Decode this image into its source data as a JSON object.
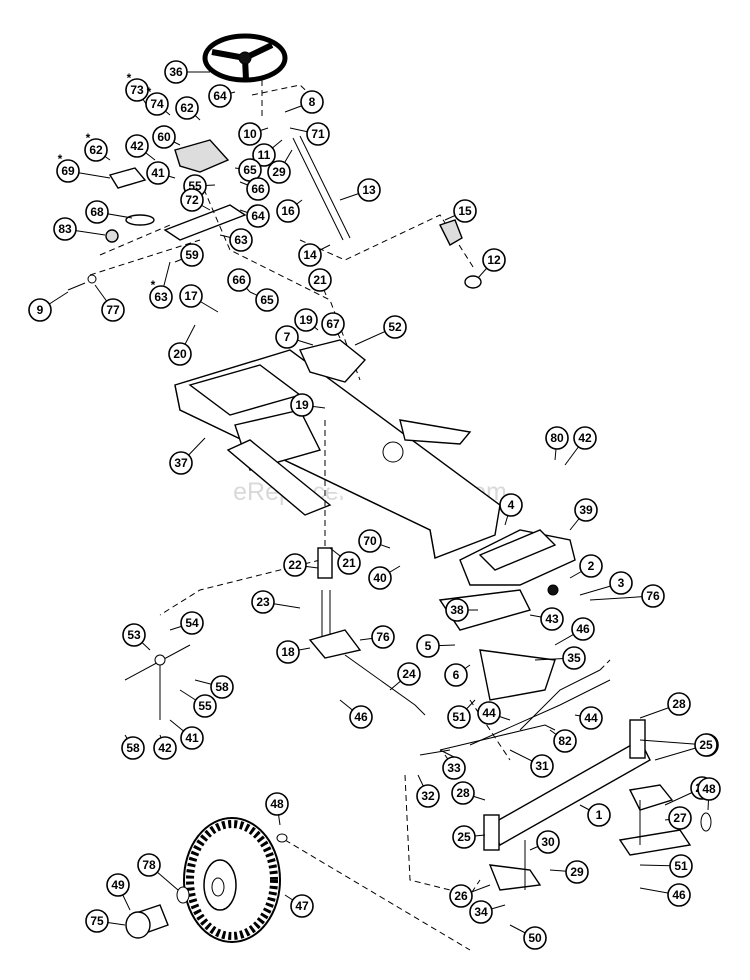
{
  "watermark": "eReplacementParts.com",
  "callouts": [
    {
      "id": "36",
      "star": false
    },
    {
      "id": "73",
      "star": true
    },
    {
      "id": "74",
      "star": true
    },
    {
      "id": "64",
      "star": false
    },
    {
      "id": "8",
      "star": false
    },
    {
      "id": "62",
      "star": false
    },
    {
      "id": "10",
      "star": false
    },
    {
      "id": "71",
      "star": false
    },
    {
      "id": "60",
      "star": false
    },
    {
      "id": "62",
      "star": true
    },
    {
      "id": "42",
      "star": false
    },
    {
      "id": "11",
      "star": false
    },
    {
      "id": "65",
      "star": false
    },
    {
      "id": "69",
      "star": true
    },
    {
      "id": "41",
      "star": false
    },
    {
      "id": "29",
      "star": false
    },
    {
      "id": "55",
      "star": false
    },
    {
      "id": "66",
      "star": false
    },
    {
      "id": "13",
      "star": false
    },
    {
      "id": "72",
      "star": false
    },
    {
      "id": "16",
      "star": false
    },
    {
      "id": "68",
      "star": false
    },
    {
      "id": "64",
      "star": false
    },
    {
      "id": "15",
      "star": false
    },
    {
      "id": "83",
      "star": false
    },
    {
      "id": "63",
      "star": false
    },
    {
      "id": "14",
      "star": false
    },
    {
      "id": "59",
      "star": false
    },
    {
      "id": "12",
      "star": false
    },
    {
      "id": "66",
      "star": false
    },
    {
      "id": "21",
      "star": false
    },
    {
      "id": "9",
      "star": false
    },
    {
      "id": "77",
      "star": false
    },
    {
      "id": "63",
      "star": true
    },
    {
      "id": "17",
      "star": false
    },
    {
      "id": "65",
      "star": false
    },
    {
      "id": "19",
      "star": false
    },
    {
      "id": "67",
      "star": false
    },
    {
      "id": "52",
      "star": false
    },
    {
      "id": "7",
      "star": false
    },
    {
      "id": "20",
      "star": false
    },
    {
      "id": "19",
      "star": false
    },
    {
      "id": "37",
      "star": false
    },
    {
      "id": "80",
      "star": false
    },
    {
      "id": "42",
      "star": false
    },
    {
      "id": "4",
      "star": false
    },
    {
      "id": "39",
      "star": false
    },
    {
      "id": "70",
      "star": false
    },
    {
      "id": "22",
      "star": false
    },
    {
      "id": "21",
      "star": false
    },
    {
      "id": "40",
      "star": false
    },
    {
      "id": "2",
      "star": false
    },
    {
      "id": "3",
      "star": false
    },
    {
      "id": "76",
      "star": false
    },
    {
      "id": "23",
      "star": false
    },
    {
      "id": "38",
      "star": false
    },
    {
      "id": "43",
      "star": false
    },
    {
      "id": "54",
      "star": false
    },
    {
      "id": "76",
      "star": false
    },
    {
      "id": "46",
      "star": false
    },
    {
      "id": "53",
      "star": false
    },
    {
      "id": "5",
      "star": false
    },
    {
      "id": "35",
      "star": false
    },
    {
      "id": "18",
      "star": false
    },
    {
      "id": "6",
      "star": false
    },
    {
      "id": "24",
      "star": false
    },
    {
      "id": "58",
      "star": false
    },
    {
      "id": "44",
      "star": false
    },
    {
      "id": "55",
      "star": false
    },
    {
      "id": "51",
      "star": false
    },
    {
      "id": "44",
      "star": false
    },
    {
      "id": "46",
      "star": false
    },
    {
      "id": "82",
      "star": false
    },
    {
      "id": "28",
      "star": false
    },
    {
      "id": "58",
      "star": false
    },
    {
      "id": "42",
      "star": false
    },
    {
      "id": "41",
      "star": false
    },
    {
      "id": "33",
      "star": false
    },
    {
      "id": "30",
      "star": false
    },
    {
      "id": "25",
      "star": false
    },
    {
      "id": "32",
      "star": false
    },
    {
      "id": "31",
      "star": false
    },
    {
      "id": "28",
      "star": false
    },
    {
      "id": "1",
      "star": false
    },
    {
      "id": "29",
      "star": false
    },
    {
      "id": "48",
      "star": false
    },
    {
      "id": "48",
      "star": false
    },
    {
      "id": "27",
      "star": false
    },
    {
      "id": "25",
      "star": false
    },
    {
      "id": "30",
      "star": false
    },
    {
      "id": "78",
      "star": false
    },
    {
      "id": "51",
      "star": false
    },
    {
      "id": "29",
      "star": false
    },
    {
      "id": "49",
      "star": false
    },
    {
      "id": "26",
      "star": false
    },
    {
      "id": "46",
      "star": false
    },
    {
      "id": "75",
      "star": false
    },
    {
      "id": "47",
      "star": false
    },
    {
      "id": "34",
      "star": false
    },
    {
      "id": "50",
      "star": false
    }
  ]
}
